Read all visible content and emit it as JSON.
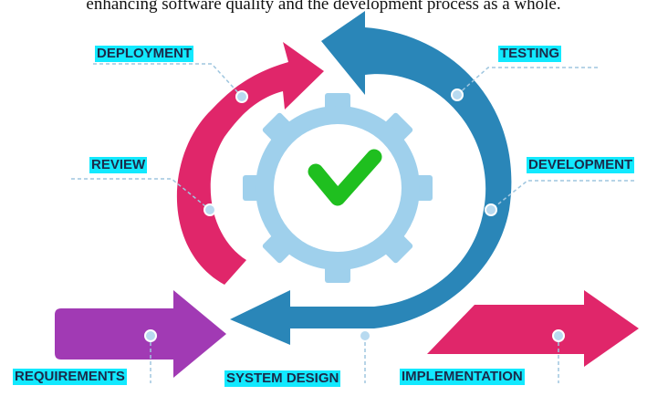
{
  "caption": "enhancing software quality and the development process as a whole.",
  "stages": {
    "deployment": "DEPLOYMENT",
    "testing": "TESTING",
    "review": "REVIEW",
    "development": "DEVELOPMENT",
    "requirements": "REQUIREMENTS",
    "system_design": "SYSTEM DESIGN",
    "implementation": "IMPLEMENTATION"
  },
  "colors": {
    "pink": "#e0266a",
    "blue": "#2a86b8",
    "purple": "#a13ab4",
    "gear": "#9fd0ec",
    "check": "#1fbf1f",
    "label_bg": "#12e9ff"
  },
  "icons": {
    "center": "check-icon"
  }
}
